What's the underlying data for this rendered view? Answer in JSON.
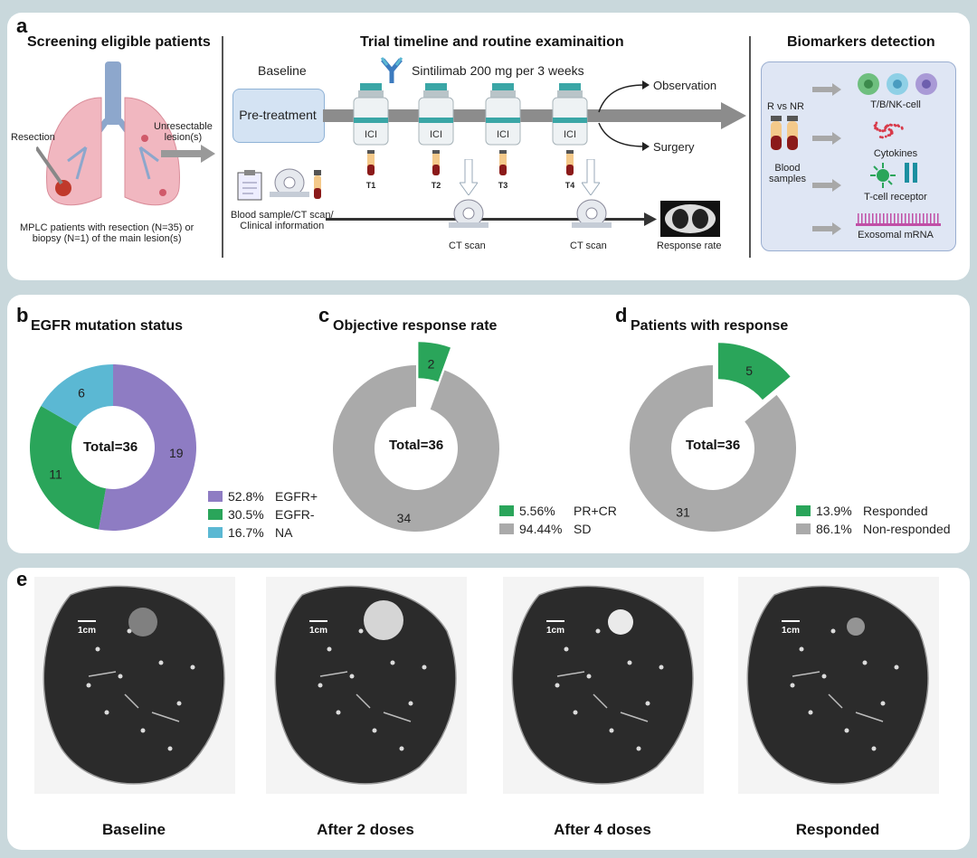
{
  "panel_a": {
    "letter": "a",
    "screening_title": "Screening eligible patients",
    "resection_label": "Resection",
    "unresectable_label": "Unresectable\nlesion(s)",
    "patients_note": "MPLC patients with resection (N=35) or\nbiopsy (N=1) of the main lesion(s)",
    "timeline_title": "Trial timeline and routine examinaition",
    "baseline_label": "Baseline",
    "drug_label": "Sintilimab 200 mg  per 3 weeks",
    "pretreatment_label": "Pre-treatment",
    "vial_label": "ICI",
    "timepoints": [
      "T1",
      "T2",
      "T3",
      "T4"
    ],
    "observation_label": "Observation",
    "surgery_label": "Surgery",
    "baseline_info": "Blood sample/CT scan/\nClinical information",
    "ct_scan_label": "CT scan",
    "response_rate_label": "Response rate",
    "biomarkers_title": "Biomarkers detection",
    "r_vs_nr": "R vs NR",
    "blood_samples": "Blood\nsamples",
    "biomarkers": [
      "T/B/NK-cell",
      "Cytokines",
      "T-cell receptor",
      "Exosomal mRNA"
    ]
  },
  "panel_b": {
    "letter": "b",
    "title": "EGFR mutation status",
    "center_label": "Total=36",
    "legend": [
      {
        "pct": "52.8%",
        "label": "EGFR+"
      },
      {
        "pct": "30.5%",
        "label": "EGFR-"
      },
      {
        "pct": "16.7%",
        "label": "NA"
      }
    ]
  },
  "panel_c": {
    "letter": "c",
    "title": "Objective response rate",
    "center_label": "Total=36",
    "legend": [
      {
        "pct": "5.56%",
        "label": "PR+CR"
      },
      {
        "pct": "94.44%",
        "label": "SD"
      }
    ]
  },
  "panel_d": {
    "letter": "d",
    "title": "Patients with response",
    "center_label": "Total=36",
    "legend": [
      {
        "pct": "13.9%",
        "label": "Responded"
      },
      {
        "pct": "86.1%",
        "label": "Non-responded"
      }
    ]
  },
  "panel_e": {
    "letter": "e",
    "scale_label": "1cm",
    "scans": [
      "Baseline",
      "After 2 doses",
      "After 4 doses",
      "Responded"
    ]
  },
  "colors": {
    "purple": "#8e7cc3",
    "green": "#2aa55a",
    "blue": "#5bb8d3",
    "gray": "#aaaaaa"
  },
  "chart_data": [
    {
      "type": "pie",
      "title": "EGFR mutation status",
      "categories": [
        "EGFR+",
        "EGFR-",
        "NA"
      ],
      "values": [
        19,
        11,
        6
      ],
      "percent_labels": [
        "52.8%",
        "30.5%",
        "16.7%"
      ],
      "legend": "bottom-right",
      "donut": true
    },
    {
      "type": "pie",
      "title": "Objective response rate",
      "categories": [
        "PR+CR",
        "SD"
      ],
      "values": [
        2,
        34
      ],
      "percent_labels": [
        "5.56%",
        "94.44%"
      ],
      "legend": "bottom-right",
      "donut": true,
      "exploded": "PR+CR"
    },
    {
      "type": "pie",
      "title": "Patients with response",
      "categories": [
        "Responded",
        "Non-responded"
      ],
      "values": [
        5,
        31
      ],
      "percent_labels": [
        "13.9%",
        "86.1%"
      ],
      "legend": "bottom-right",
      "donut": true,
      "exploded": "Responded"
    }
  ]
}
